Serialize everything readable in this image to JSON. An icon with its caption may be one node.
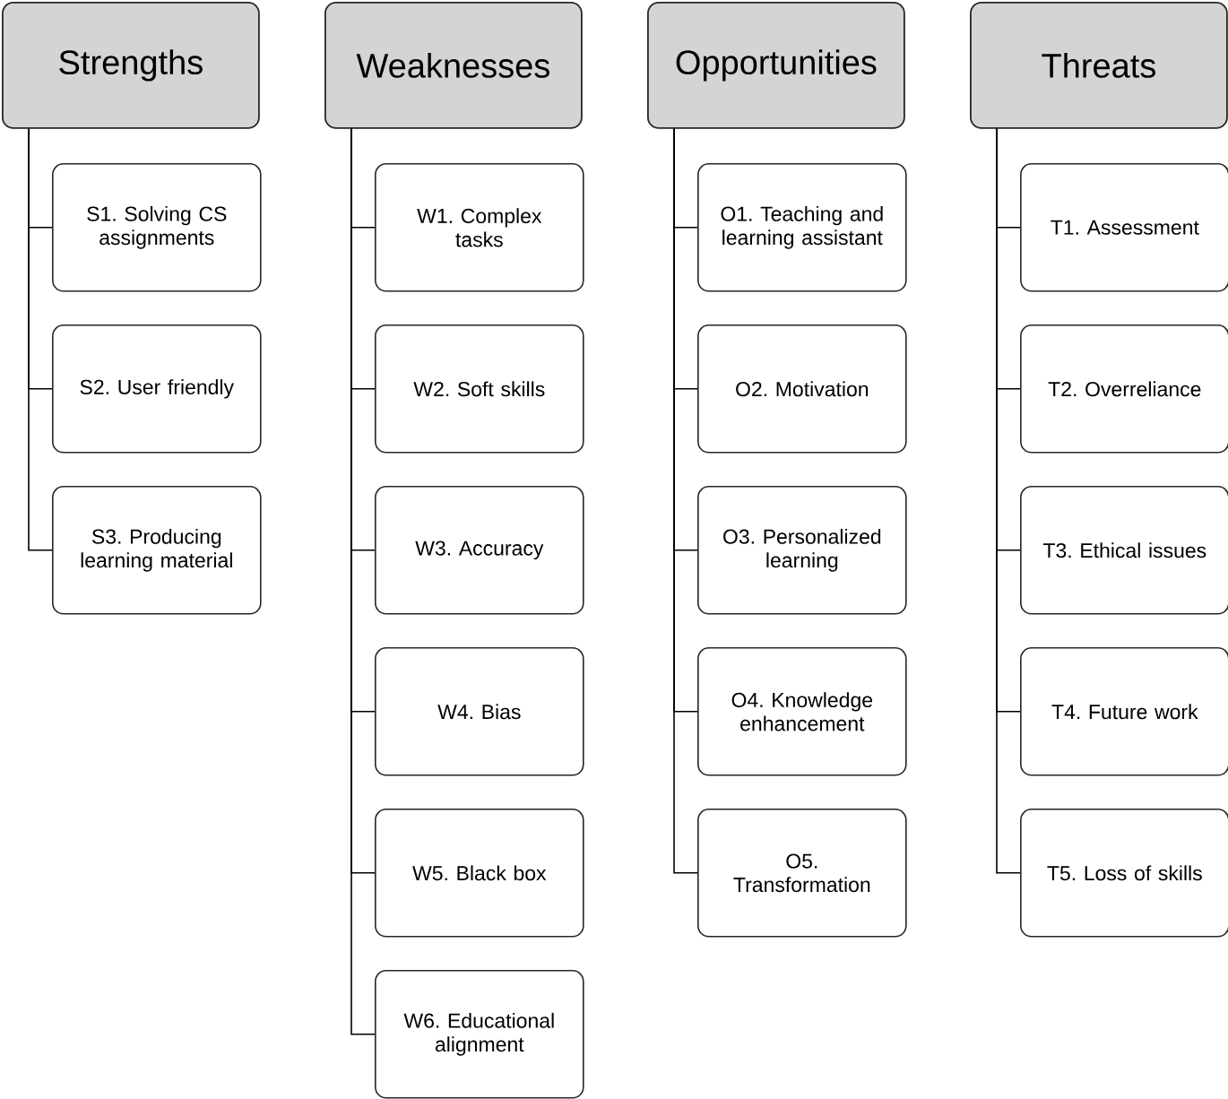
{
  "diagram": {
    "nodes": [
      {
        "text": [
          "Strengths"
        ]
      },
      {
        "text": [
          "S1. Solving CS assignments"
        ]
      },
      {
        "text": [
          "S2. User friendly"
        ]
      },
      {
        "text": [
          "S3. Producing learning material"
        ]
      },
      {
        "text": [
          "Weaknesses"
        ]
      },
      {
        "text": [
          "W1. Complex tasks"
        ]
      },
      {
        "text": [
          "W2. Soft skills"
        ]
      },
      {
        "text": [
          "W3. Accuracy"
        ]
      },
      {
        "text": [
          "W4. Bias"
        ]
      },
      {
        "text": [
          "W5. Black box"
        ]
      },
      {
        "text": [
          "W6. Educational alignment"
        ]
      },
      {
        "text": [
          "Opportunities"
        ]
      },
      {
        "text": [
          "O1. Teaching and learning assistant"
        ]
      },
      {
        "text": [
          "O2. Motivation"
        ]
      },
      {
        "text": [
          "O3. Personalized learning"
        ]
      },
      {
        "text": [
          "O4. Knowledge enhancement"
        ]
      },
      {
        "text": [
          "O5. Transformation"
        ]
      },
      {
        "text": [
          "Threats"
        ]
      },
      {
        "text": [
          "T1. Assessment"
        ]
      },
      {
        "text": [
          "T2. Overreliance"
        ]
      },
      {
        "text": [
          "T3. Ethical issues"
        ]
      },
      {
        "text": [
          "T4. Future work"
        ]
      },
      {
        "text": [
          "T5. Loss of skills"
        ]
      }
    ],
    "edges": [
      {
        "from": 0,
        "to": 1,
        "arrow": "none"
      },
      {
        "from": 0,
        "to": 2,
        "arrow": "none"
      },
      {
        "from": 0,
        "to": 3,
        "arrow": "none"
      },
      {
        "from": 4,
        "to": 5,
        "arrow": "none"
      },
      {
        "from": 4,
        "to": 6,
        "arrow": "none"
      },
      {
        "from": 4,
        "to": 7,
        "arrow": "none"
      },
      {
        "from": 4,
        "to": 8,
        "arrow": "none"
      },
      {
        "from": 4,
        "to": 9,
        "arrow": "none"
      },
      {
        "from": 4,
        "to": 10,
        "arrow": "none"
      },
      {
        "from": 11,
        "to": 12,
        "arrow": "none"
      },
      {
        "from": 11,
        "to": 13,
        "arrow": "none"
      },
      {
        "from": 11,
        "to": 14,
        "arrow": "none"
      },
      {
        "from": 11,
        "to": 15,
        "arrow": "none"
      },
      {
        "from": 11,
        "to": 16,
        "arrow": "none"
      },
      {
        "from": 17,
        "to": 18,
        "arrow": "none"
      },
      {
        "from": 17,
        "to": 19,
        "arrow": "none"
      },
      {
        "from": 17,
        "to": 20,
        "arrow": "none"
      },
      {
        "from": 17,
        "to": 21,
        "arrow": "none"
      },
      {
        "from": 17,
        "to": 22,
        "arrow": "none"
      }
    ]
  }
}
